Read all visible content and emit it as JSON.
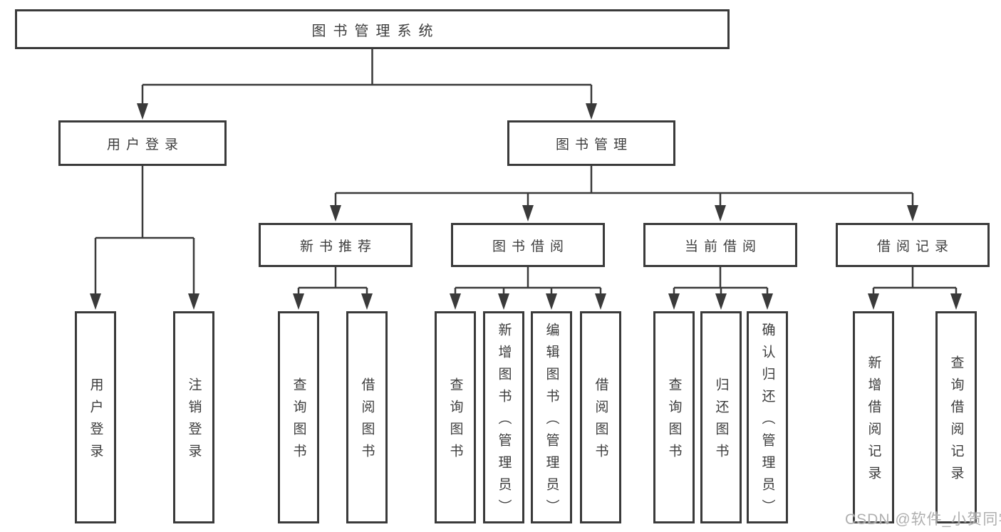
{
  "tree": {
    "root": {
      "label": "图书管理系统",
      "children": [
        {
          "label": "用户登录",
          "children": [
            {
              "label": "用户登录"
            },
            {
              "label": "注销登录"
            }
          ]
        },
        {
          "label": "图书管理",
          "children": [
            {
              "label": "新书推荐",
              "children": [
                {
                  "label": "查询图书"
                },
                {
                  "label": "借阅图书"
                }
              ]
            },
            {
              "label": "图书借阅",
              "children": [
                {
                  "label": "查询图书"
                },
                {
                  "label": "新增图书（管理员）"
                },
                {
                  "label": "编辑图书（管理员）"
                },
                {
                  "label": "借阅图书"
                }
              ]
            },
            {
              "label": "当前借阅",
              "children": [
                {
                  "label": "查询图书"
                },
                {
                  "label": "归还图书"
                },
                {
                  "label": "确认归还（管理员）"
                }
              ]
            },
            {
              "label": "借阅记录",
              "children": [
                {
                  "label": "新增借阅记录"
                },
                {
                  "label": "查询借阅记录"
                }
              ]
            }
          ]
        }
      ]
    }
  },
  "watermark": {
    "text": "CSDN @软件_小贺同学"
  },
  "colors": {
    "line": "#3a3a3a",
    "text": "#3d3d3d",
    "watermark": "#a8a8a8",
    "background": "#ffffff"
  }
}
